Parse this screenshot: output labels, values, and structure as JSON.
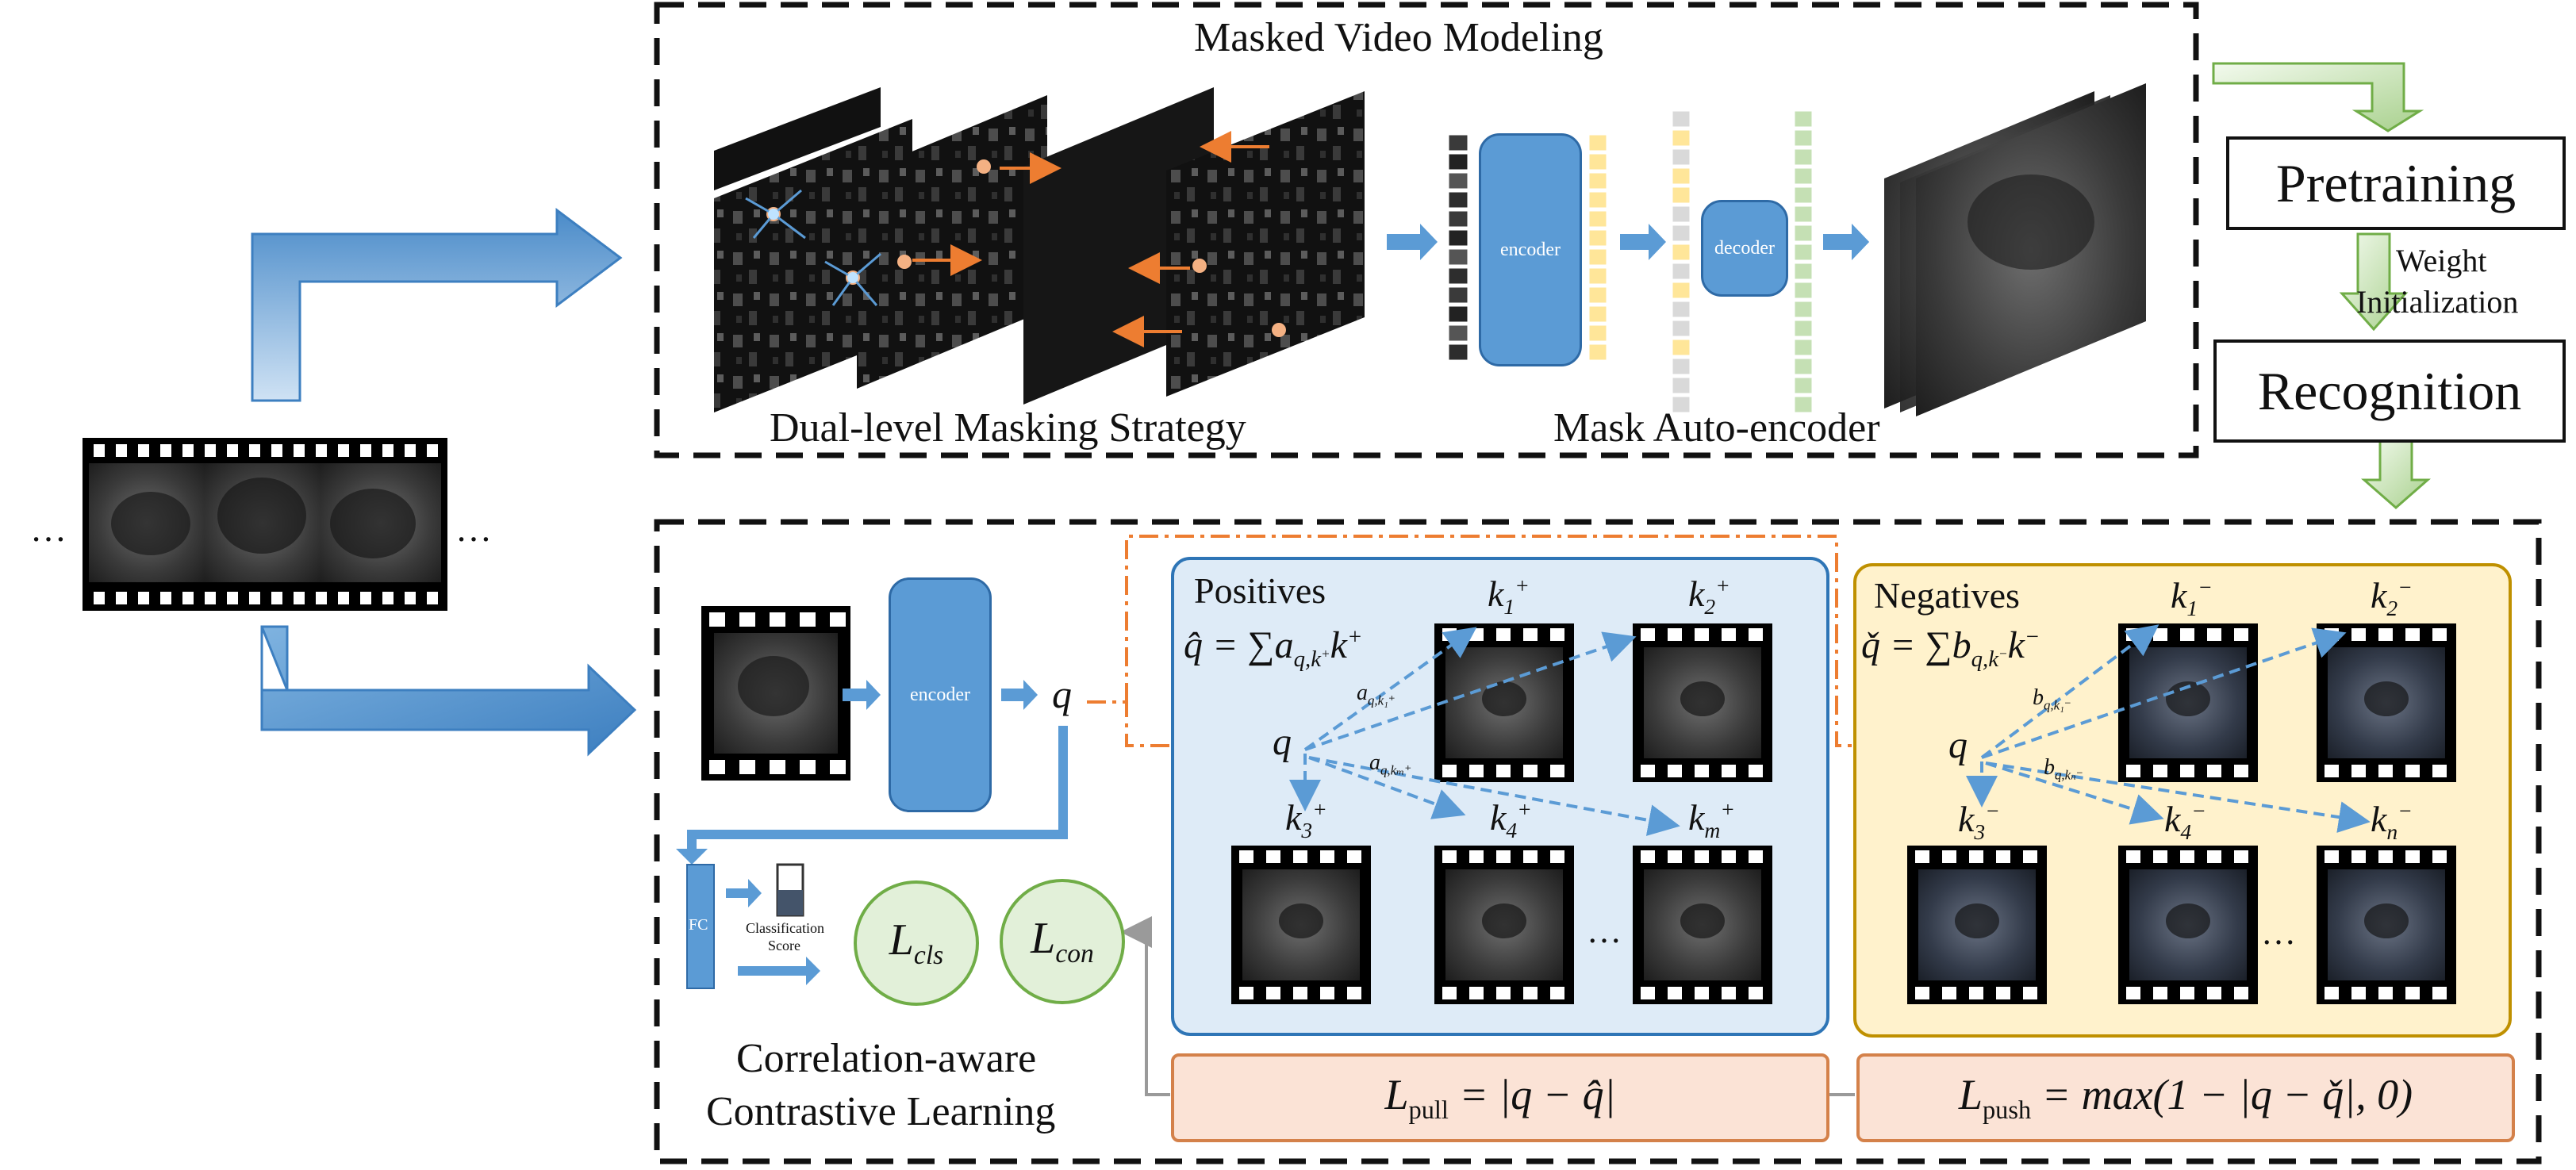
{
  "top_section": {
    "title": "Masked Video Modeling",
    "masking_label": "Dual-level Masking Strategy",
    "mae_label": "Mask Auto-encoder",
    "encoder_label": "encoder",
    "decoder_label": "decoder"
  },
  "right_stages": {
    "pretraining": "Pretraining",
    "weight_init_line1": "Weight",
    "weight_init_line2": "Initialization",
    "recognition": "Recognition"
  },
  "input": {
    "ellipsis_left": "…",
    "ellipsis_right": "…"
  },
  "bottom_section": {
    "encoder_label": "encoder",
    "q": "q",
    "fc_label": "FC",
    "cls_score_line1": "Classification",
    "cls_score_line2": "Score",
    "title_line1": "Correlation-aware",
    "title_line2": "Contrastive Learning",
    "l_cls": "L",
    "l_cls_sub": "cls",
    "l_con": "L",
    "l_con_sub": "con"
  },
  "positives": {
    "title": "Positives",
    "formula_lhs": "q̂ = ∑a",
    "formula_sub": "q,k",
    "formula_sub_sup": "+",
    "formula_rhs": "k",
    "formula_rhs_sup": "+",
    "q": "q",
    "k1": "k",
    "k1_sub": "1",
    "k1_sup": "+",
    "k2": "k",
    "k2_sub": "2",
    "k2_sup": "+",
    "k3": "k",
    "k3_sub": "3",
    "k3_sup": "+",
    "k4": "k",
    "k4_sub": "4",
    "k4_sup": "+",
    "km": "k",
    "km_sub": "m",
    "km_sup": "+",
    "a1": "a",
    "a1_sub": "q,k₁⁺",
    "am": "a",
    "am_sub": "q,kₘ⁺",
    "ellipsis": "…"
  },
  "negatives": {
    "title": "Negatives",
    "formula_lhs": "q̌ = ∑b",
    "formula_sub": "q,k",
    "formula_sub_sup": "−",
    "formula_rhs": "k",
    "formula_rhs_sup": "−",
    "q": "q",
    "k1": "k",
    "k1_sub": "1",
    "k1_sup": "−",
    "k2": "k",
    "k2_sub": "2",
    "k2_sup": "−",
    "k3": "k",
    "k3_sub": "3",
    "k3_sup": "−",
    "k4": "k",
    "k4_sub": "4",
    "k4_sup": "−",
    "kn": "k",
    "kn_sub": "n",
    "kn_sup": "−",
    "b1": "b",
    "b1_sub": "q,k₁⁻",
    "bn": "b",
    "bn_sub": "q,kₙ⁻",
    "ellipsis": "…"
  },
  "losses": {
    "pull_L": "L",
    "pull_sub": "pull",
    "pull_rhs": " = |q − q̂|",
    "push_L": "L",
    "push_sub": "push",
    "push_rhs": " = max(1 − |q − q̌|, 0)"
  },
  "colors": {
    "blue_arrow": "#5b9bd5",
    "green_arrow": "#a9d18e",
    "orange_arrow": "#ed7d31",
    "positives_bg": "#deebf7",
    "negatives_bg": "#fff2cc",
    "loss_bg": "#fbe3d6"
  }
}
